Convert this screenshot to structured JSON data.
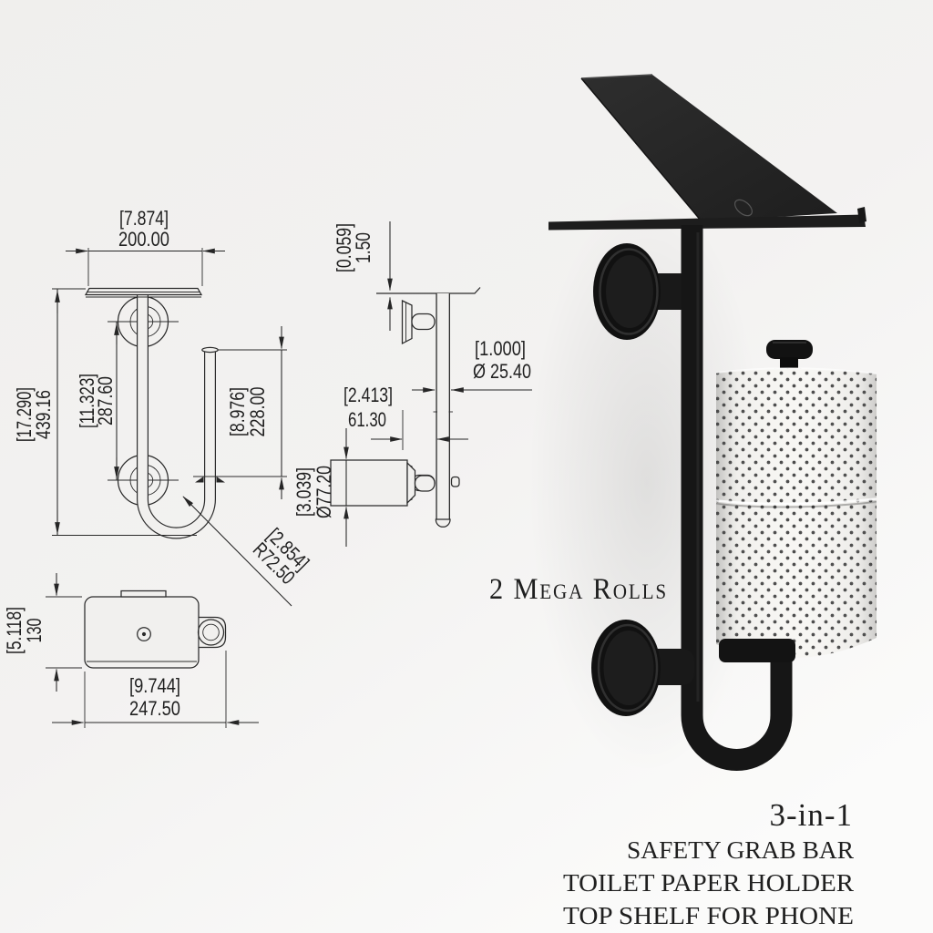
{
  "colors": {
    "background_top": "#f0efed",
    "background_bottom": "#fbfbfa",
    "drawing_line": "#2b2b2b",
    "dimension_text": "#1f1f1f",
    "product_black": "#161616",
    "roll_white": "#f7f6f3",
    "roll_dot": "#3a3a3a",
    "label_text": "#1c1c1c"
  },
  "drawing": {
    "front_view": {
      "shelf_width": {
        "inches": "[7.874]",
        "mm": "200.00"
      },
      "overall_height": {
        "inches": "[17.290]",
        "mm": "439.16"
      },
      "mount_spacing": {
        "inches": "[11.323]",
        "mm": "287.60"
      },
      "rod_length": {
        "inches": "[8.976]",
        "mm": "228.00"
      },
      "bend_radius": {
        "inches": "[2.854]",
        "mm": "R72.50"
      }
    },
    "side_view": {
      "shelf_thickness": {
        "inches": "[0.059]",
        "mm": "1.50"
      },
      "bar_diameter": {
        "inches": "[1.000]",
        "mm": "Ø 25.40"
      },
      "wall_clearance": {
        "inches": "[2.413]",
        "mm": "61.30"
      },
      "roll_diameter": {
        "inches": "[3.039]",
        "mm": "Ø77.20"
      }
    },
    "top_view": {
      "shelf_depth": {
        "inches": "[5.118]",
        "mm": "130"
      },
      "overall_width": {
        "inches": "[9.744]",
        "mm": "247.50"
      }
    }
  },
  "product": {
    "roll_count_label": "2 Mega Rolls",
    "title": "3-in-1",
    "features": [
      "SAFETY GRAB BAR",
      "TOILET PAPER HOLDER",
      "TOP SHELF FOR PHONE"
    ]
  }
}
